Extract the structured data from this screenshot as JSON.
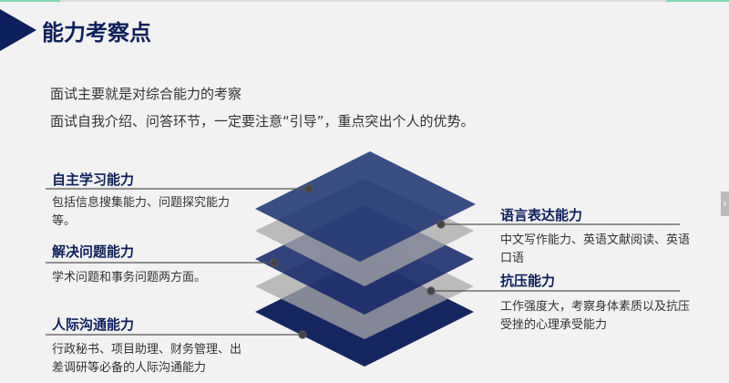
{
  "title": "能力考察点",
  "intro": [
    "面试主要就是对综合能力的考察",
    "面试自我介绍、问答环节，一定要注意“引导”，重点突出个人的优势。"
  ],
  "left": [
    {
      "heading": "自主学习能力",
      "desc": "包括信息搜集能力、问题探究能力等。"
    },
    {
      "heading": "解决问题能力",
      "desc": "学术问题和事务问题两方面。"
    },
    {
      "heading": "人际沟通能力",
      "desc": "行政秘书、项目助理、财务管理、出差调研等必备的人际沟通能力"
    }
  ],
  "right": [
    {
      "heading": "语言表达能力",
      "desc": "中文写作能力、英语文献阅读、英语口语"
    },
    {
      "heading": "抗压能力",
      "desc": "工作强度大，考察身体素质以及抗压受挫的心理承受能力"
    }
  ],
  "colors": {
    "navy": "#0d1f5c",
    "gray": "#b4b4b4"
  },
  "next_icon": "chevron-right-icon"
}
